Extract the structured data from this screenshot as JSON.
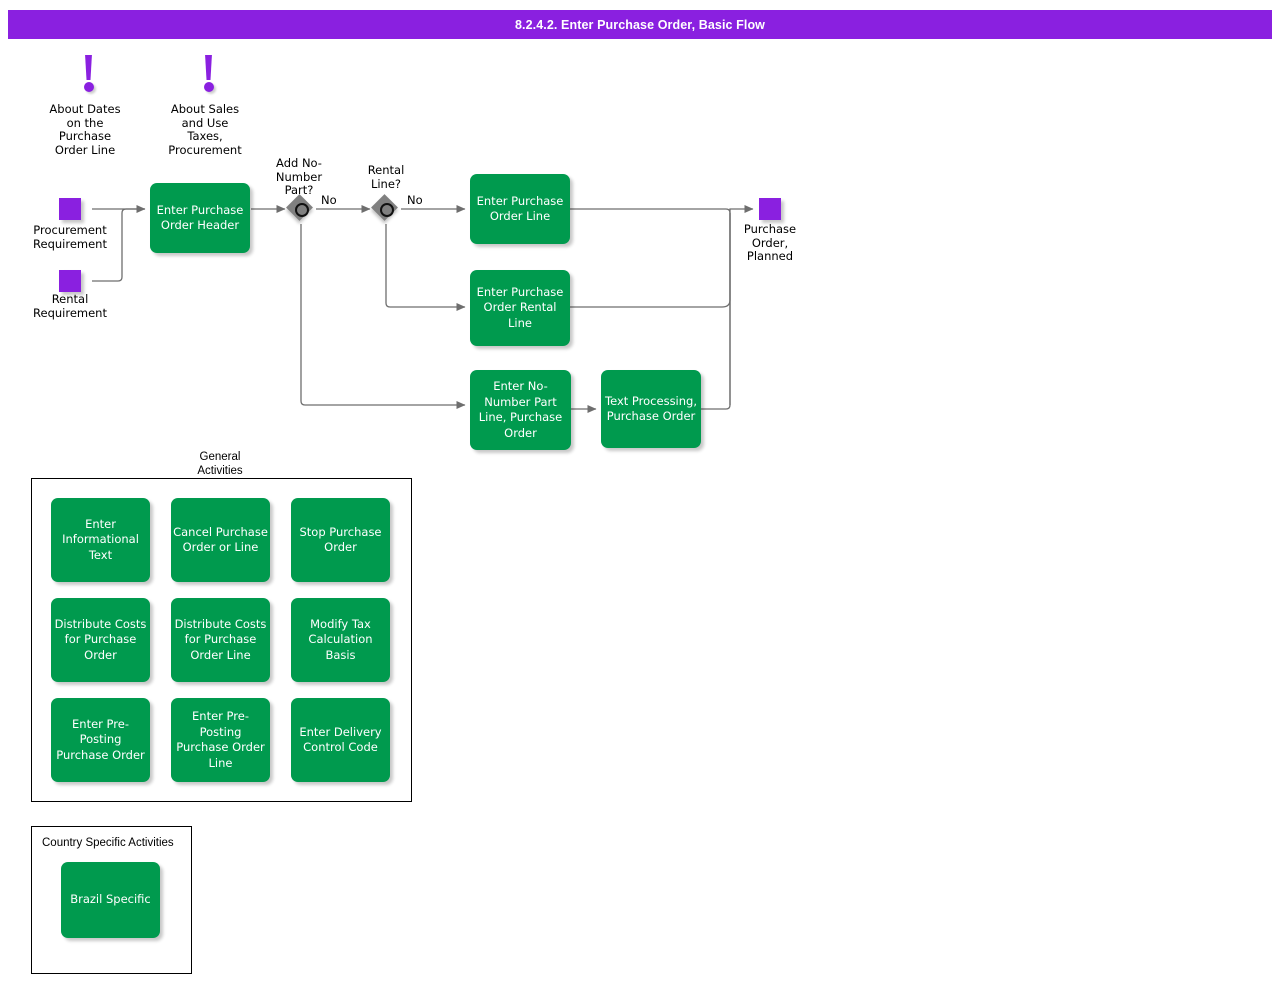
{
  "header": {
    "title": "8.2.4.2. Enter Purchase Order, Basic Flow",
    "bar_color": "#8A20E0"
  },
  "palette": {
    "activity_green": "#009A4E",
    "state_purple": "#8A20E0",
    "decision_gray": "#808080",
    "connector": "#6E6E6E"
  },
  "notes": [
    {
      "name": "note-about-dates",
      "label": "About Dates\non the\nPurchase\nOrder Line",
      "icon": "exclamation-note-icon"
    },
    {
      "name": "note-about-sales-taxes",
      "label": "About Sales\nand Use\nTaxes,\nProcurement",
      "icon": "exclamation-note-icon"
    }
  ],
  "states": [
    {
      "name": "state-procurement-requirement",
      "label": "Procurement\nRequirement"
    },
    {
      "name": "state-rental-requirement",
      "label": "Rental\nRequirement"
    },
    {
      "name": "state-purchase-order-planned",
      "label": "Purchase\nOrder,\nPlanned"
    }
  ],
  "decisions": [
    {
      "name": "decision-add-no-number-part",
      "label": "Add No-\nNumber\nPart?",
      "branch_label": "No"
    },
    {
      "name": "decision-rental-line",
      "label": "Rental\nLine?",
      "branch_label": "No"
    }
  ],
  "main_activities": [
    {
      "name": "activity-enter-purchase-order-header",
      "label": "Enter Purchase\nOrder Header"
    },
    {
      "name": "activity-enter-purchase-order-line",
      "label": "Enter Purchase\nOrder Line"
    },
    {
      "name": "activity-enter-purchase-order-rental-line",
      "label": "Enter Purchase\nOrder Rental\nLine"
    },
    {
      "name": "activity-enter-no-number-part-line",
      "label": "Enter No-\nNumber Part\nLine, Purchase\nOrder"
    },
    {
      "name": "activity-text-processing-purchase-order",
      "label": "Text Processing,\nPurchase Order"
    }
  ],
  "general_activities": {
    "caption": "General\nActivities",
    "items": [
      {
        "name": "activity-enter-informational-text",
        "label": "Enter\nInformational\nText"
      },
      {
        "name": "activity-cancel-purchase-order-or-line",
        "label": "Cancel Purchase\nOrder or Line"
      },
      {
        "name": "activity-stop-purchase-order",
        "label": "Stop Purchase\nOrder"
      },
      {
        "name": "activity-distribute-costs-for-purchase-order",
        "label": "Distribute Costs\nfor Purchase\nOrder"
      },
      {
        "name": "activity-distribute-costs-for-purchase-order-line",
        "label": "Distribute Costs\nfor Purchase\nOrder Line"
      },
      {
        "name": "activity-modify-tax-calculation-basis",
        "label": "Modify Tax\nCalculation\nBasis"
      },
      {
        "name": "activity-enter-pre-posting-purchase-order",
        "label": "Enter Pre-\nPosting\nPurchase Order"
      },
      {
        "name": "activity-enter-pre-posting-purchase-order-line",
        "label": "Enter Pre-\nPosting\nPurchase Order\nLine"
      },
      {
        "name": "activity-enter-delivery-control-code",
        "label": "Enter Delivery\nControl Code"
      }
    ]
  },
  "country_specific_activities": {
    "caption": "Country Specific Activities",
    "items": [
      {
        "name": "activity-brazil-specific",
        "label": "Brazil Specific"
      }
    ]
  }
}
